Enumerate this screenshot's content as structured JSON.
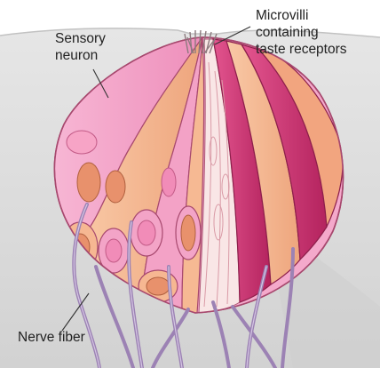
{
  "labels": {
    "sensory_neuron": [
      "Sensory",
      "neuron"
    ],
    "microvilli": [
      "Microvilli",
      "containing",
      "taste receptors"
    ],
    "nerve_fiber": "Nerve fiber"
  },
  "colors": {
    "tissue": "#dcdcdc",
    "tissue_shadow": "#c4c4c4",
    "pink_cell": "#f3a3c8",
    "peach_cell": "#f5bb94",
    "magenta_cell": "#c8326f",
    "cut_face": "#f8e4e4",
    "nerve": "#9c82b4",
    "nucleus": "#e08b8b"
  }
}
